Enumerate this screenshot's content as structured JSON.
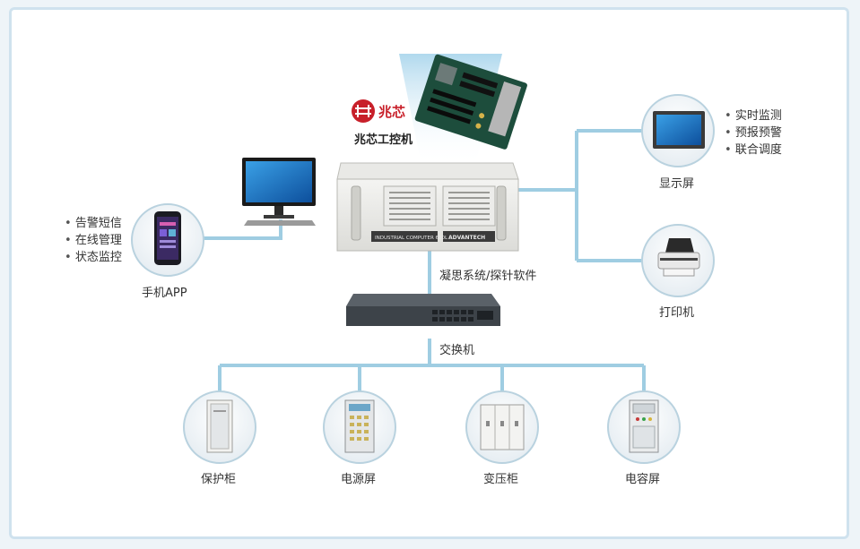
{
  "brand": {
    "name": "兆芯",
    "title": "兆芯工控机"
  },
  "labels": {
    "phone": "手机APP",
    "display": "显示屏",
    "printer": "打印机",
    "software": "凝思系统/探针软件",
    "switch": "交换机",
    "protection": "保护柜",
    "power": "电源屏",
    "transformer": "变压柜",
    "capacitor": "电容屏"
  },
  "phone_features": [
    "告警短信",
    "在线管理",
    "状态监控"
  ],
  "display_features": [
    "实时监测",
    "预报预警",
    "联合调度"
  ],
  "device_markings": {
    "ipc_left": "INDUSTRIAL COMPUTER 610L",
    "ipc_right": "ADVANTECH"
  },
  "colors": {
    "connector": "#9fcde2",
    "brand": "#c8202a",
    "circle_border": "#b9d2df"
  },
  "icons": [
    "phone-icon",
    "monitor-icon",
    "display-icon",
    "printer-icon",
    "switch-icon",
    "cabinet-icon",
    "motherboard-icon",
    "brand-logo-icon"
  ]
}
